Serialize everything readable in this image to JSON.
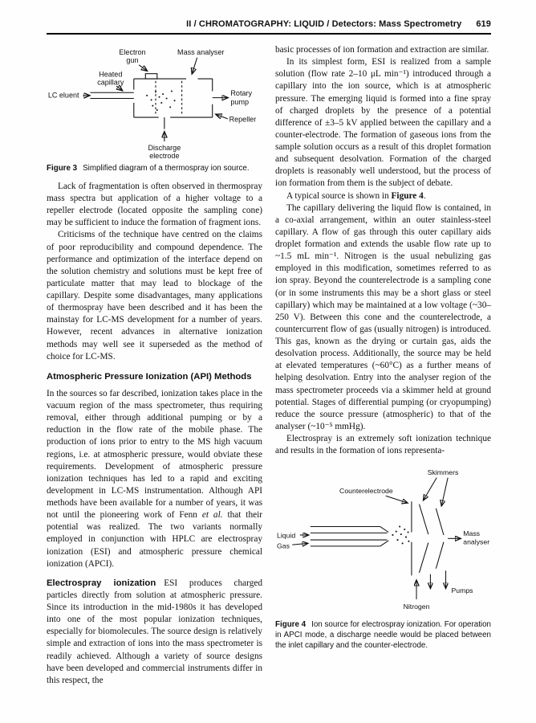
{
  "header": {
    "title": "II / CHROMATOGRAPHY: LIQUID / Detectors: Mass Spectrometry",
    "page_number": "619"
  },
  "figure3": {
    "labels": {
      "electron_gun_line1": "Electron",
      "electron_gun_line2": "gun",
      "mass_analyser": "Mass analyser",
      "heated_capillary_line1": "Heated",
      "heated_capillary_line2": "capillary",
      "lc_eluent": "LC eluent",
      "rotary_pump_line1": "Rotary",
      "rotary_pump_line2": "pump",
      "repeller": "Repeller",
      "discharge_electrode_line1": "Discharge",
      "discharge_electrode_line2": "electrode"
    },
    "caption": {
      "label": "Figure 3",
      "text": "Simplified diagram of a thermospray ion source."
    }
  },
  "left": {
    "para_fragmentation": "Lack of fragmentation is often observed in thermospray mass spectra but application of a higher voltage to a repeller electrode (located opposite the sampling cone) may be sufficient to induce the formation of fragment ions.",
    "para_criticisms": "Criticisms of the technique have centred on the claims of poor reproducibility and compound dependence. The performance and optimization of the interface depend on the solution chemistry and solutions must be kept free of particulate matter that may lead to blockage of the capillary. Despite some disadvantages, many applications of thermospray have been described and it has been the mainstay for LC-MS development for a number of years. However, recent advances in alternative ionization methods may well see it superseded as the method of choice for LC-MS.",
    "api_heading": "Atmospheric Pressure Ionization (API) Methods",
    "para_api_a": "In the sources so far described, ionization takes place in the vacuum region of the mass spectrometer, thus requiring removal, either through additional pumping or by a reduction in the flow rate of the mobile phase. The production of ions prior to entry to the MS high vacuum regions, i.e. at atmospheric pressure, would obviate these requirements. Development of atmospheric pressure ionization techniques has led to a rapid and exciting development in LC-MS instrumentation. Although API methods have been available for a number of years, it was not until the pioneering work of Fenn ",
    "para_api_italic": "et al.",
    "para_api_b": " that their potential was realized. The two variants normally employed in conjunction with HPLC are electrospray ionization (ESI) and atmospheric pressure chemical ionization (APCI).",
    "esi_runin": "Electrospray ionization",
    "para_esi": "ESI produces charged particles directly from solution at atmospheric pressure. Since its introduction in the mid-1980s it has developed into one of the most popular ionization techniques, especially for biomolecules. The source design is relatively simple and extraction of ions into the mass spectrometer is readily achieved. Although a variety of source designs have been developed and commercial instruments differ in this respect, the"
  },
  "right": {
    "para_continuation": "basic processes of ion formation and extraction are similar.",
    "para_simplest": "In its simplest form, ESI is realized from a sample solution (flow rate 2–10 μL min⁻¹) introduced through a capillary into the ion source, which is at atmospheric pressure. The emerging liquid is formed into a fine spray of charged droplets by the presence of a potential difference of ±3–5 kV applied between the capillary and a counter-electrode. The formation of gaseous ions from the sample solution occurs as a result of this droplet formation and subsequent desolvation. Formation of the charged droplets is reasonably well understood, but the process of ion formation from them is the subject of debate.",
    "para_typical_a": "A typical source is shown in ",
    "para_typical_ref": "Figure 4",
    "para_typical_b": ".",
    "para_capillary": "The capillary delivering the liquid flow is contained, in a co-axial arrangement, within an outer stainless-steel capillary. A flow of gas through this outer capillary aids droplet formation and extends the usable flow rate up to ~1.5 mL min⁻¹. Nitrogen is the usual nebulizing gas employed in this modification, sometimes referred to as ion spray. Beyond the counterelectrode is a sampling cone (or in some instruments this may be a short glass or steel capillary) which may be maintained at a low voltage (~30–250 V). Between this cone and the counterelectrode, a countercurrent flow of gas (usually nitrogen) is introduced. This gas, known as the drying or curtain gas, aids the desolvation process. Additionally, the source may be held at elevated temperatures (~60°C) as a further means of helping desolvation. Entry into the analyser region of the mass spectrometer proceeds via a skimmer held at ground potential. Stages of differential pumping (or cryopumping) reduce the source pressure (atmospheric) to that of the analyser (~10⁻⁵ mmHg).",
    "para_soft": "Electrospray is an extremely soft ionization technique and results in the formation of ions representa-"
  },
  "figure4": {
    "labels": {
      "skimmers": "Skimmers",
      "counterelectrode": "Counterelectrode",
      "liquid": "Liquid",
      "gas": "Gas",
      "mass_analyser_line1": "Mass",
      "mass_analyser_line2": "analyser",
      "nitrogen": "Nitrogen",
      "pumps": "Pumps"
    },
    "caption": {
      "label": "Figure 4",
      "text": "Ion source for electrospray ionization. For operation in APCI mode, a discharge needle would be placed between the inlet capillary and the counter-electrode."
    }
  }
}
